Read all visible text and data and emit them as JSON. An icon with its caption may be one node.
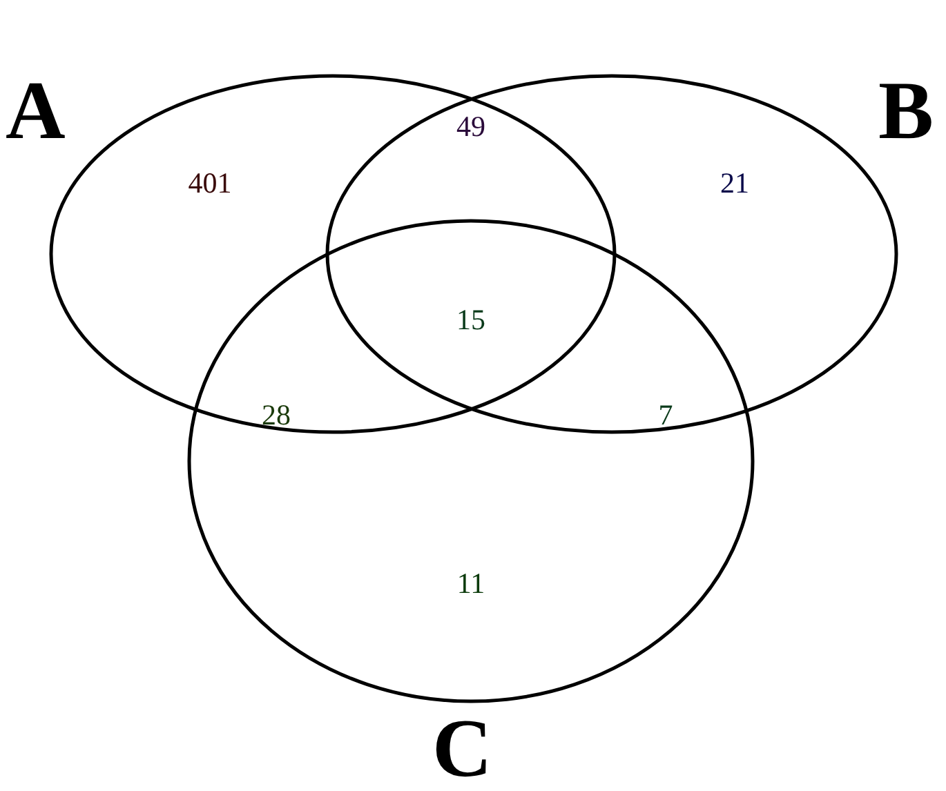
{
  "diagram": {
    "nodes": [
      {
        "text": [
          "A"
        ]
      },
      {
        "text": [
          "B"
        ]
      },
      {
        "text": [
          "C"
        ]
      }
    ],
    "edges": [],
    "labels": [
      "49",
      "401",
      "21",
      "15",
      "28",
      "7",
      "11"
    ]
  }
}
